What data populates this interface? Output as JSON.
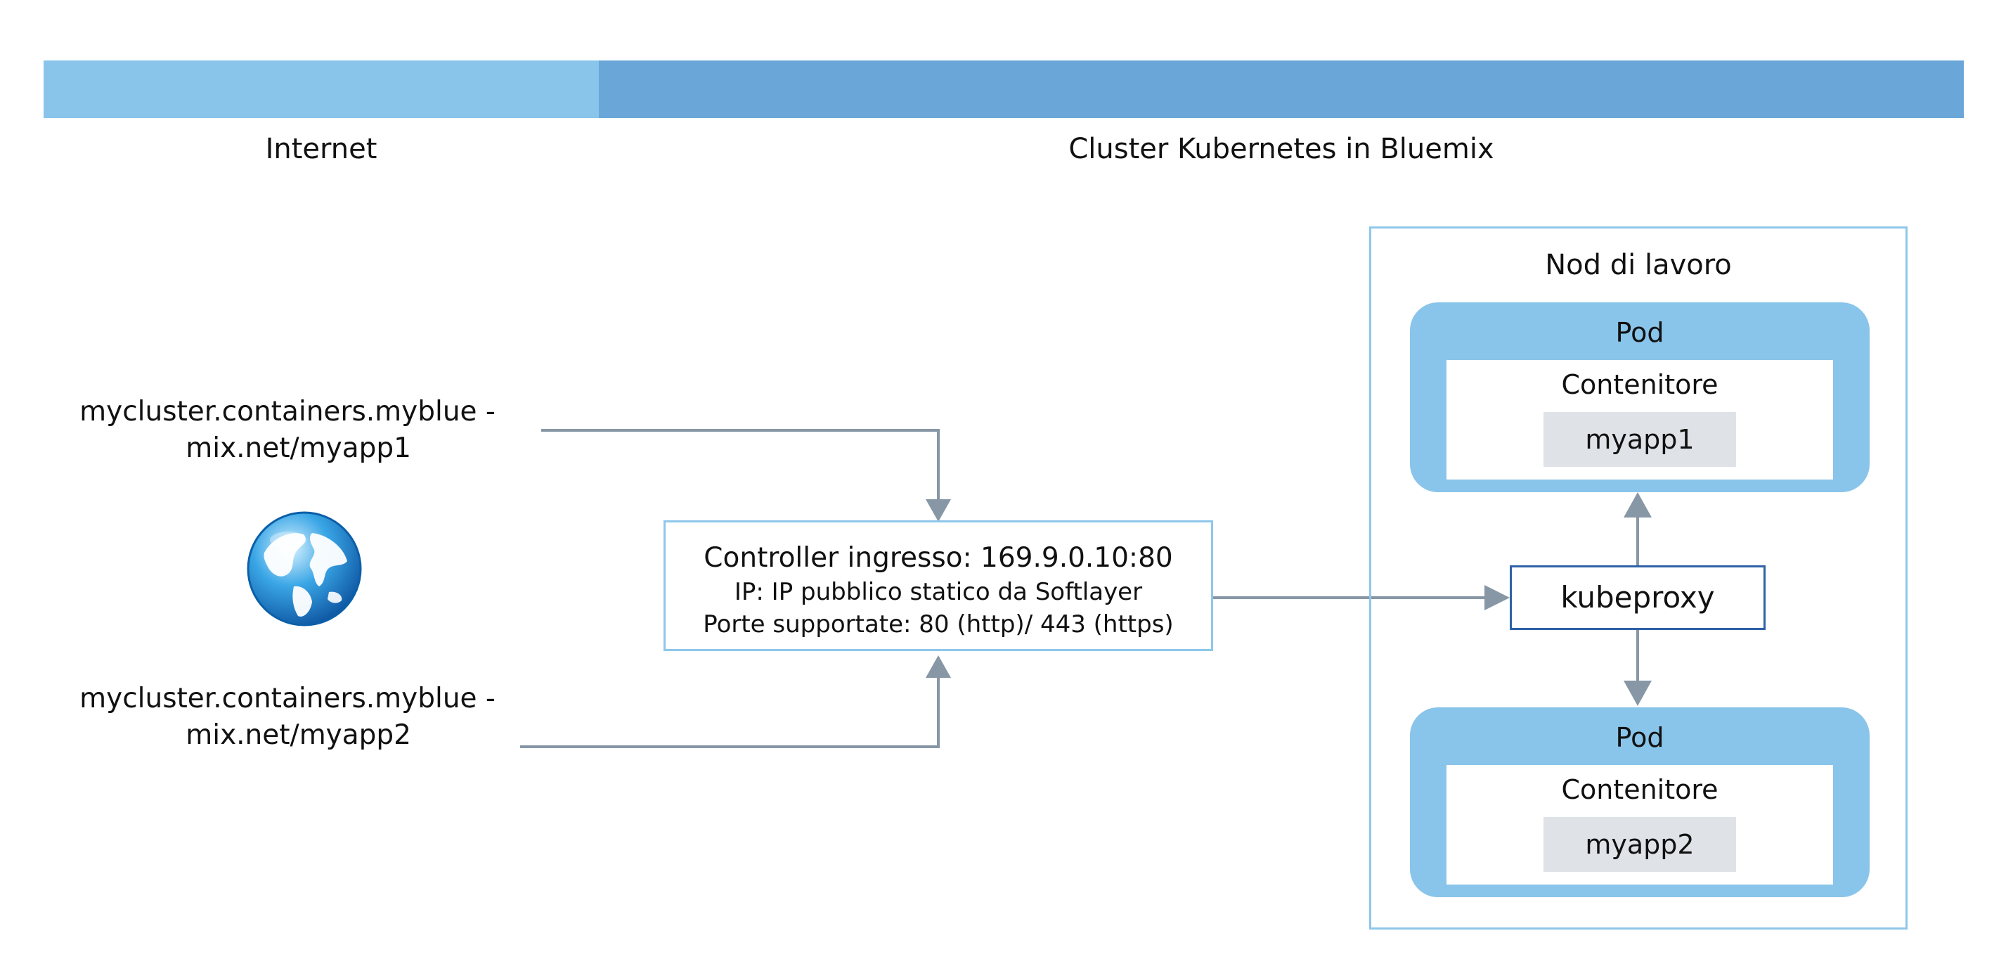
{
  "header": {
    "internet_label": "Internet",
    "cluster_label": "Cluster Kubernetes in Bluemix"
  },
  "urls": [
    {
      "line1": "mycluster.containers.myblue -",
      "line2": "mix.net/myapp1"
    },
    {
      "line1": "mycluster.containers.myblue -",
      "line2": "mix.net/myapp2"
    }
  ],
  "globe_icon": "globe-icon",
  "ingress": {
    "title": "Controller ingresso: 169.9.0.10:80",
    "ip": "IP: IP pubblico statico da Softlayer",
    "ports": "Porte supportate: 80 (http)/ 443 (https)"
  },
  "worker_node": {
    "title": "Nod di lavoro",
    "kubeproxy": "kubeproxy",
    "pods": [
      {
        "title": "Pod",
        "container_title": "Contenitore",
        "app": "myapp1"
      },
      {
        "title": "Pod",
        "container_title": "Contenitore",
        "app": "myapp2"
      }
    ]
  },
  "colors": {
    "internet_band": "#89c4ea",
    "cluster_band": "#6aa6d8",
    "pod_fill": "#89c4ea",
    "box_border": "#8fc7ea",
    "kubeproxy_border": "#2f62a6",
    "app_fill": "#dfe3e8",
    "connector": "#8797a6"
  }
}
